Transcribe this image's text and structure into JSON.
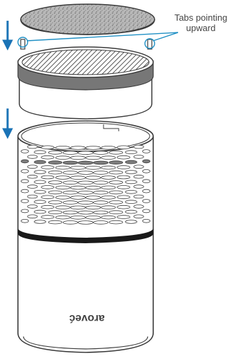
{
  "annotation": {
    "line1": "Tabs pointing",
    "line2": "upward"
  },
  "brand_mark": "aroveć",
  "icons": [
    "down-arrow-icon",
    "down-arrow-icon"
  ],
  "colors": {
    "arrow": "#1a73b6",
    "callout": "#1e8fc4",
    "outline": "#3a3a3a",
    "filter_band": "#777777",
    "filter_mesh": "#9a9a9a",
    "pad": "#a9a9a9",
    "vent_fill": "#7f7f7f",
    "stripe": "#1a1a1a"
  }
}
